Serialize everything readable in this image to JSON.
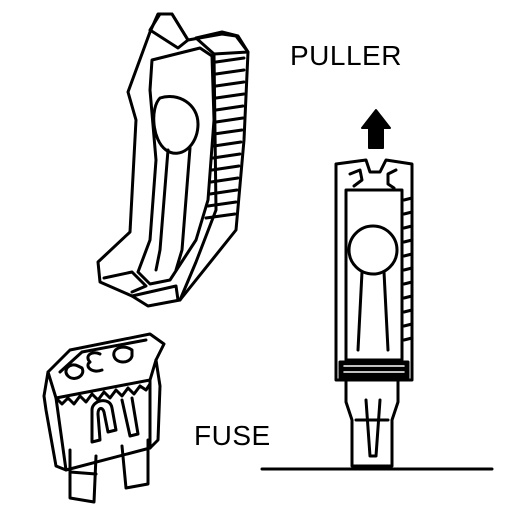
{
  "labels": {
    "puller": "PULLER",
    "fuse": "FUSE"
  },
  "fuse_marking": "30",
  "colors": {
    "ink": "#000000",
    "paper": "#ffffff"
  }
}
